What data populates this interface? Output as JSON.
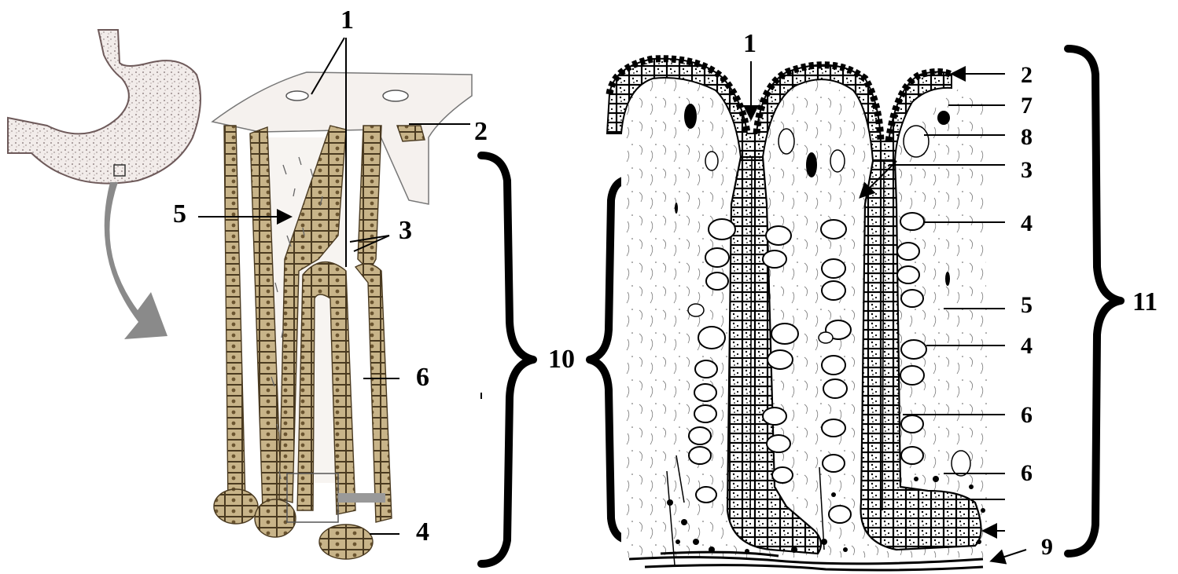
{
  "left_figure": {
    "labels": {
      "l1": "1",
      "l2": "2",
      "l3": "3",
      "l4": "4",
      "l5": "5",
      "l6": "6",
      "l10": "10"
    }
  },
  "right_figure": {
    "labels": {
      "top1": "1",
      "r2": "2",
      "r7": "7",
      "r8": "8",
      "r3": "3",
      "r4a": "4",
      "r5": "5",
      "r4b": "4",
      "r6a": "6",
      "r6b": "6",
      "r9": "9",
      "r11": "11"
    }
  },
  "colors": {
    "stomach_fill": "#e6d4d0",
    "cell_fill": "#b59c6e",
    "cell_stroke": "#4a3a20",
    "arrow_grey": "#8a8a8a"
  }
}
